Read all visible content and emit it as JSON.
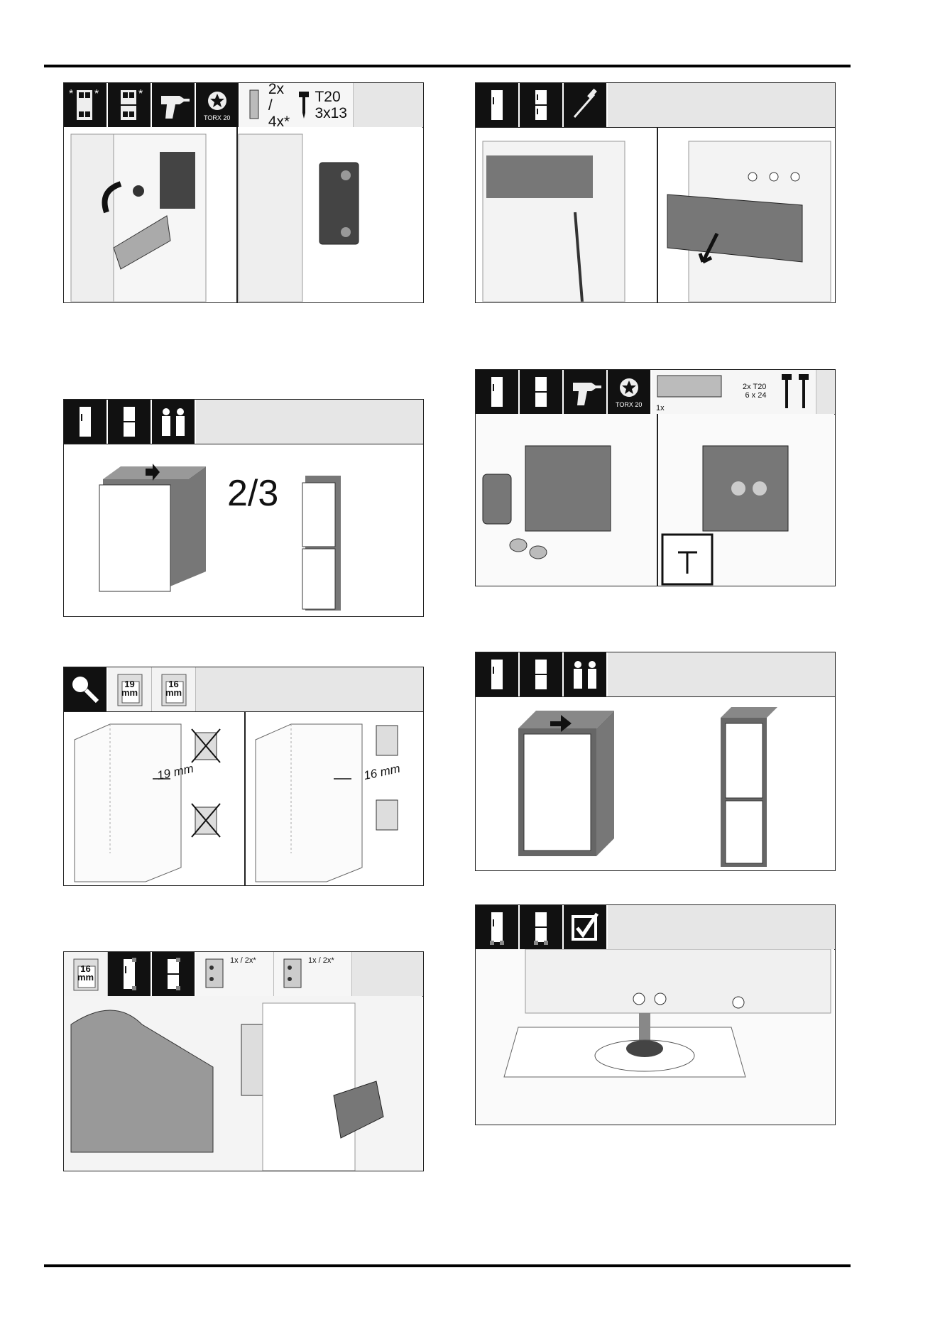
{
  "panel1": {
    "screw_count": "2x /",
    "screw_count_alt": "4x*",
    "screw_type": "T20",
    "screw_size": "3x13",
    "torx_label": "TORX",
    "torx_num": "20"
  },
  "panel2": {},
  "panel3": {
    "fraction": "2/3"
  },
  "panel4": {
    "torx_label": "TORX",
    "torx_num": "20",
    "part_count": "1x",
    "screw_type": "2x T20",
    "screw_size": "6 x 24"
  },
  "panel5": {
    "mm19": "19",
    "mm16": "16",
    "mm_unit": "mm",
    "dim19": "19 mm",
    "dim16": "16 mm"
  },
  "panel7": {
    "mm16": "16",
    "mm_unit": "mm",
    "count_a": "1x / 2x*",
    "count_b": "1x / 2x*"
  },
  "colors": {
    "dark_header": "#111111",
    "header_bg": "#e6e6e6",
    "grey_door": "#777777"
  }
}
